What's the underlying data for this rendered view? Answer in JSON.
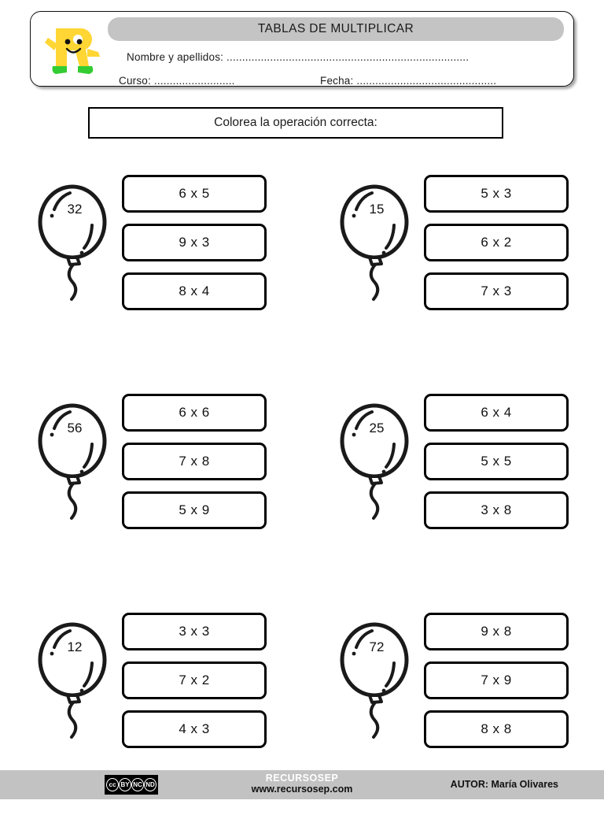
{
  "header": {
    "title": "TABLAS DE MULTIPLICAR",
    "mascot_icon": "recursosep-r-mascot-icon",
    "name_label": "Nombre y apellidos: ..............................................................................",
    "course_label": "Curso: ..........................",
    "date_label": "Fecha: ............................................."
  },
  "instruction": {
    "text": "Colorea la operación correcta:"
  },
  "exercises": [
    {
      "balloon": "32",
      "balloon_icon": "balloon-icon",
      "options": [
        "6 x 5",
        "9 x 3",
        "8 x 4"
      ]
    },
    {
      "balloon": "15",
      "balloon_icon": "balloon-icon",
      "options": [
        "5 x 3",
        "6 x 2",
        "7 x 3"
      ]
    },
    {
      "balloon": "56",
      "balloon_icon": "balloon-icon",
      "options": [
        "6 x 6",
        "7 x 8",
        "5 x 9"
      ]
    },
    {
      "balloon": "25",
      "balloon_icon": "balloon-icon",
      "options": [
        "6 x 4",
        "5 x 5",
        "3 x 8"
      ]
    },
    {
      "balloon": "12",
      "balloon_icon": "balloon-icon",
      "options": [
        "3 x 3",
        "7 x 2",
        "4 x 3"
      ]
    },
    {
      "balloon": "72",
      "balloon_icon": "balloon-icon",
      "options": [
        "9 x 8",
        "7 x 9",
        "8 x 8"
      ]
    }
  ],
  "footer": {
    "license_icon": "creative-commons-badge-icon",
    "license_marks": [
      "cc",
      "BY",
      "NC",
      "ND"
    ],
    "brand": "RECURSOSEP",
    "url": "www.recursosep.com",
    "author": "AUTOR: María Olivares"
  },
  "colors": {
    "title_bar": "#c4c4c4",
    "footer_bar": "#c2c2c2",
    "mascot_body": "#ffd633",
    "mascot_shoes": "#33cc33",
    "outline": "#000000"
  }
}
